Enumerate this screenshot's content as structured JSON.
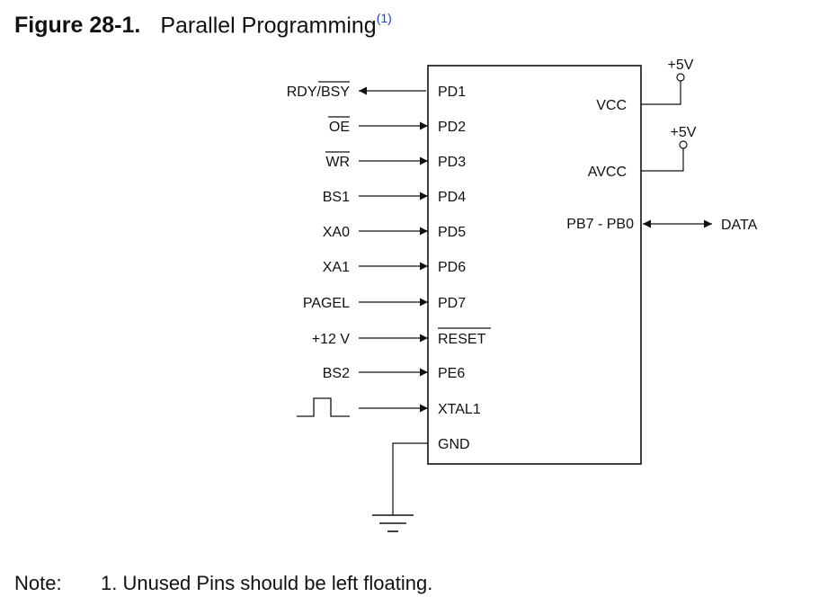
{
  "figure": {
    "number": "Figure 28-1.",
    "title": "Parallel Programming",
    "footnote_ref": "(1)"
  },
  "chip": {
    "left_pins": [
      {
        "pin": "PD1",
        "signal": "RDY/BSY",
        "overline": "BSY",
        "direction": "out"
      },
      {
        "pin": "PD2",
        "signal": "OE",
        "overline": "OE",
        "direction": "in"
      },
      {
        "pin": "PD3",
        "signal": "WR",
        "overline": "WR",
        "direction": "in"
      },
      {
        "pin": "PD4",
        "signal": "BS1",
        "direction": "in"
      },
      {
        "pin": "PD5",
        "signal": "XA0",
        "direction": "in"
      },
      {
        "pin": "PD6",
        "signal": "XA1",
        "direction": "in"
      },
      {
        "pin": "PD7",
        "signal": "PAGEL",
        "direction": "in"
      },
      {
        "pin": "RESET",
        "pin_overline": true,
        "signal": "+12 V",
        "direction": "in"
      },
      {
        "pin": "PE6",
        "signal": "BS2",
        "direction": "in"
      },
      {
        "pin": "XTAL1",
        "signal": "",
        "signal_icon": "clock-pulse-icon",
        "direction": "in"
      },
      {
        "pin": "GND",
        "signal": "",
        "signal_icon": "ground-icon",
        "direction": "ground"
      }
    ],
    "right_pins": [
      {
        "pin": "VCC",
        "supply": "+5V"
      },
      {
        "pin": "AVCC",
        "supply": "+5V"
      },
      {
        "pin": "PB7 - PB0",
        "signal": "DATA",
        "direction": "bidirectional"
      }
    ]
  },
  "note": {
    "label": "Note:",
    "items": [
      "1.  Unused Pins should be left floating."
    ]
  }
}
